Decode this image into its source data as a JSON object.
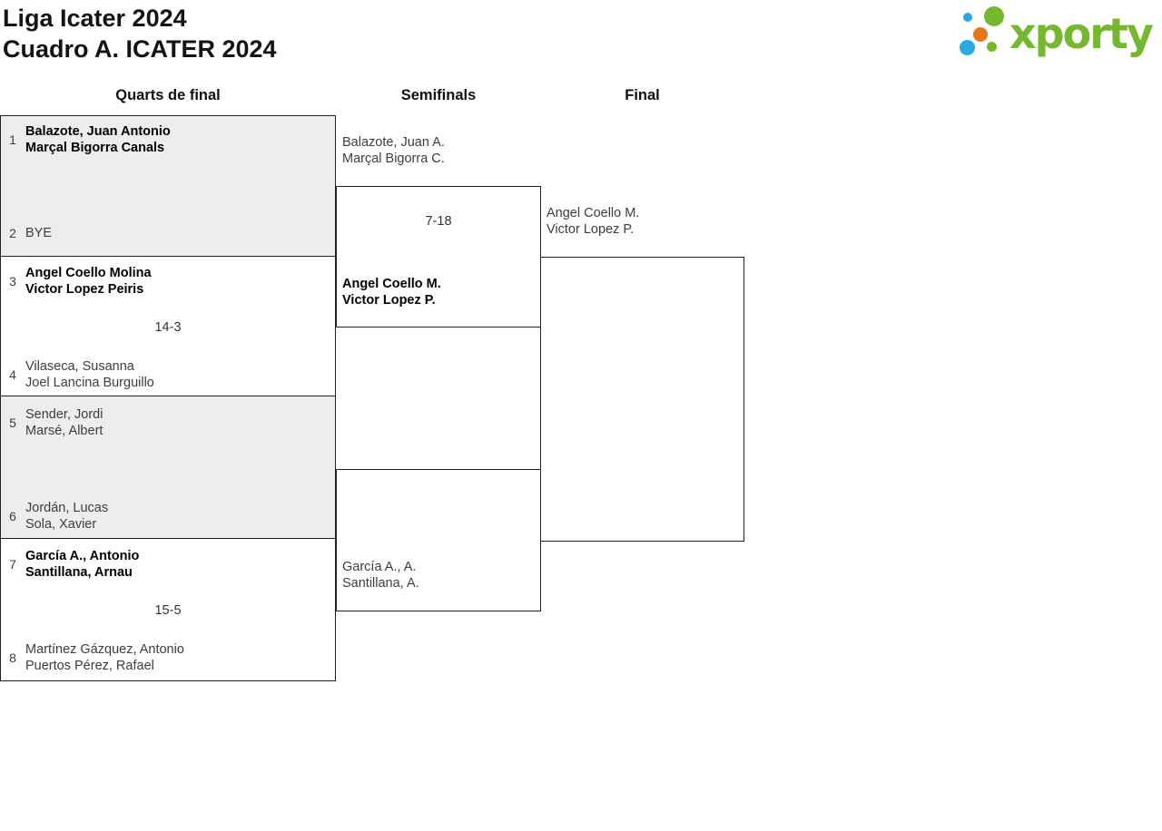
{
  "header": {
    "title_line1": "Liga Icater 2024",
    "title_line2": "Cuadro A. ICATER 2024"
  },
  "logo": {
    "text": "xporty",
    "colors": {
      "green": "#76b82d",
      "blue": "#29a9e0",
      "orange": "#e8761b"
    }
  },
  "round_labels": {
    "quarterfinals": "Quarts de final",
    "semifinals": "Semifinals",
    "final": "Final"
  },
  "bracket": {
    "quarterfinals": [
      {
        "seed_top": "1",
        "team_top_line1": "Balazote, Juan Antonio",
        "team_top_line2": "Marçal Bigorra Canals",
        "score": "",
        "seed_bottom": "2",
        "team_bottom_line1": "BYE",
        "team_bottom_line2": ""
      },
      {
        "seed_top": "3",
        "team_top_line1": "Angel Coello Molina",
        "team_top_line2": "Victor Lopez Peiris",
        "score": "14-3",
        "seed_bottom": "4",
        "team_bottom_line1": "Vilaseca, Susanna",
        "team_bottom_line2": "Joel Lancina Burguillo"
      },
      {
        "seed_top": "5",
        "team_top_line1": "Sender, Jordi",
        "team_top_line2": "Marsé, Albert",
        "score": "",
        "seed_bottom": "6",
        "team_bottom_line1": "Jordán, Lucas",
        "team_bottom_line2": "Sola, Xavier"
      },
      {
        "seed_top": "7",
        "team_top_line1": "García A., Antonio",
        "team_top_line2": "Santillana, Arnau",
        "score": "15-5",
        "seed_bottom": "8",
        "team_bottom_line1": "Martínez Gázquez, Antonio",
        "team_bottom_line2": "Puertos Pérez, Rafael"
      }
    ],
    "semifinals": [
      {
        "team_top_line1": "Balazote, Juan A.",
        "team_top_line2": "Marçal Bigorra C.",
        "score": "7-18",
        "team_bottom_line1": "Angel Coello M.",
        "team_bottom_line2": "Victor Lopez P."
      },
      {
        "team_top_line1": "",
        "team_top_line2": "",
        "score": "",
        "team_bottom_line1": "García A., A.",
        "team_bottom_line2": "Santillana, A."
      }
    ],
    "final": {
      "team_top_line1": "Angel Coello M.",
      "team_top_line2": "Victor Lopez P."
    }
  }
}
